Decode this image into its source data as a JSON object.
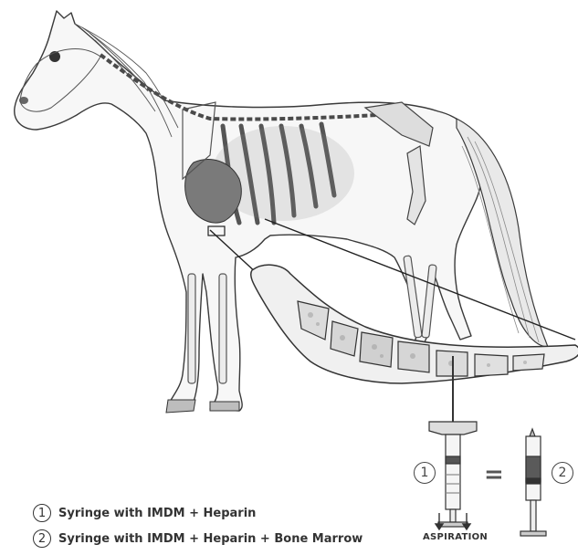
{
  "legend": [
    {
      "num": "1",
      "text": "Syringe with IMDM + Heparin"
    },
    {
      "num": "2",
      "text": "Syringe with IMDM + Heparin + Bone Marrow"
    }
  ],
  "syringes": {
    "left_num": "1",
    "right_num": "2",
    "equals": "=",
    "aspiration_label": "ASPIRATION"
  },
  "colors": {
    "line": "#333333",
    "bone": "#f2f2f2",
    "marrow": "#d9d9d9",
    "shade": "#9a9a9a"
  }
}
